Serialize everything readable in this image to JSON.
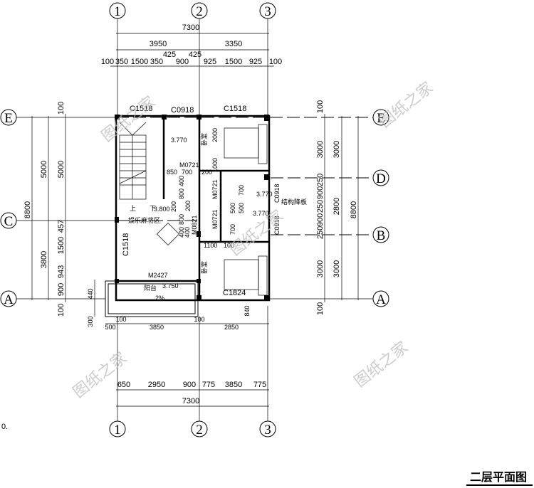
{
  "grid": {
    "a1": "1",
    "a2": "2",
    "a3": "3",
    "E": "E",
    "D": "D",
    "C": "C",
    "B": "B",
    "A": "A"
  },
  "dims_top": {
    "total": "7300",
    "mid": [
      "3950",
      "3350"
    ],
    "detail": [
      "100",
      "350",
      "1500",
      "350",
      "425",
      "900",
      "425",
      "925",
      "1500",
      "925",
      "100"
    ]
  },
  "dims_bottom": {
    "total": "7300",
    "detail": [
      "650",
      "2950",
      "900",
      "775",
      "3850",
      "775"
    ],
    "balcony": [
      "500",
      "3850",
      "100",
      "2850",
      "100"
    ]
  },
  "dims_left": {
    "total": "8800",
    "mid": [
      "5000",
      "3800"
    ],
    "detail": [
      "100",
      "5000",
      "457",
      "1500",
      "943",
      "900",
      "100"
    ],
    "balcony": [
      "440",
      "300"
    ]
  },
  "dims_right": {
    "detail": [
      "100",
      "3000",
      "250",
      "900",
      "250",
      "900",
      "250",
      "3000",
      "100"
    ],
    "mid": [
      "3000",
      "2800",
      "3000"
    ],
    "total": "8800",
    "side": "840"
  },
  "rooms": {
    "mahjong": "娱乐麻将区",
    "balcony": "阳台",
    "bedroom_top": "卧室",
    "bedroom_bottom": "卧室",
    "slab": "结构降板"
  },
  "levels": {
    "wc_top": "3.770",
    "hall": "3.800",
    "balcony": "3.750",
    "wc_right": "3.770",
    "wc_mid": "3.770",
    "slope": "2%"
  },
  "openings": {
    "c1518_left": "C1518",
    "c0918_top": "C0918",
    "c1518_right": "C1518",
    "c1518_side": "C1518",
    "m2427": "M2427",
    "c1824": "C1824",
    "m0721_a": "M0721",
    "m0721_b": "M0721",
    "m0721_c": "M0721",
    "m0821": "M0821",
    "c0918_right": "C0918",
    "c0918_low": "C0918"
  },
  "inner_dims": [
    "700",
    "200",
    "1000",
    "2000",
    "400",
    "800",
    "200",
    "400",
    "800",
    "200",
    "400",
    "1100",
    "100",
    "700",
    "500",
    "500",
    "700",
    "850"
  ],
  "stair": {
    "up": "上",
    "down": "下"
  },
  "watermark": "图纸之家",
  "stray_text": "0.",
  "title": "二层平面图"
}
